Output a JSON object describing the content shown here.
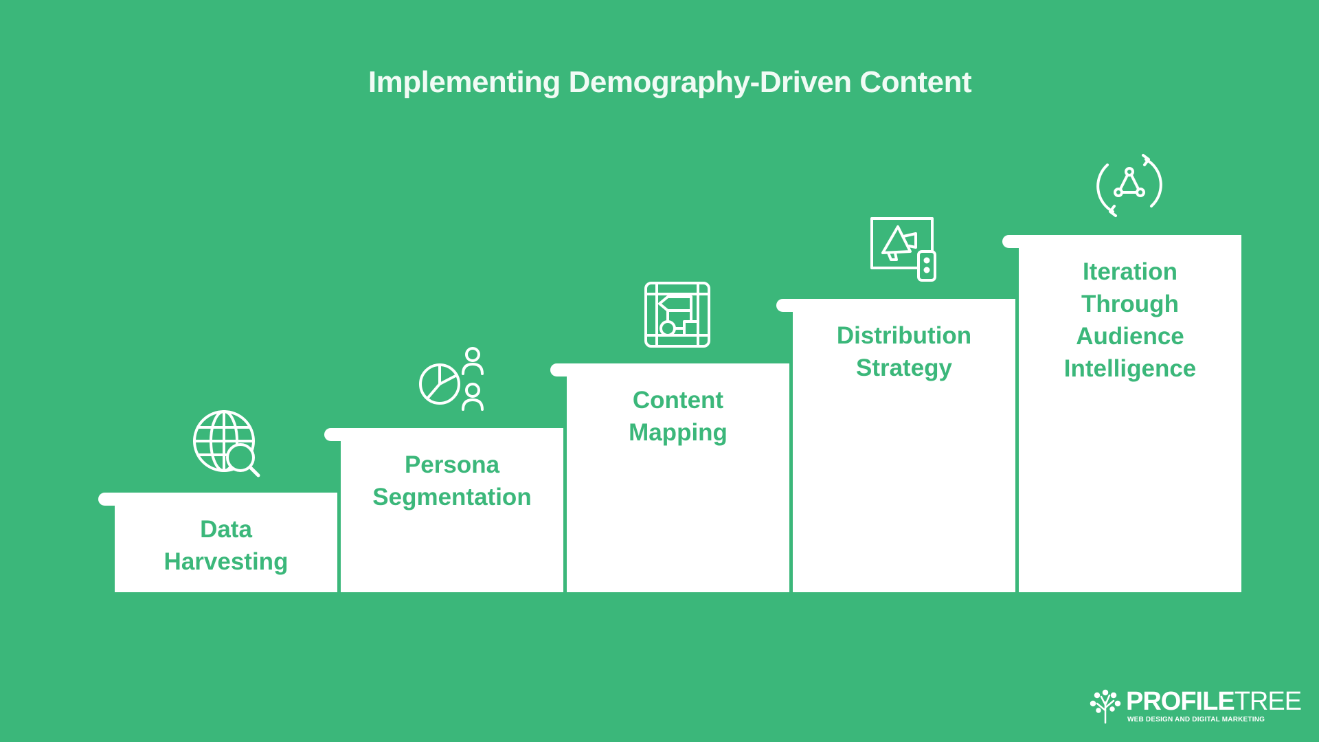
{
  "title": "Implementing Demography-Driven Content",
  "steps": [
    {
      "label": "Data\nHarvesting",
      "icon": "globe-search-icon"
    },
    {
      "label": "Persona\nSegmentation",
      "icon": "pie-chart-people-icon"
    },
    {
      "label": "Content\nMapping",
      "icon": "flowchart-map-icon"
    },
    {
      "label": "Distribution\nStrategy",
      "icon": "megaphone-screen-icon"
    },
    {
      "label": "Iteration\nThrough\nAudience\nIntelligence",
      "icon": "cycle-network-icon"
    }
  ],
  "brand": {
    "name_bold": "PROFILE",
    "name_light": "TREE",
    "tagline": "WEB DESIGN AND DIGITAL MARKETING",
    "icon": "tree-logo-icon"
  },
  "colors": {
    "background": "#3bb77a",
    "step_fill": "#ffffff",
    "label_text": "#3bb77a",
    "icon_stroke": "#ffffff"
  }
}
